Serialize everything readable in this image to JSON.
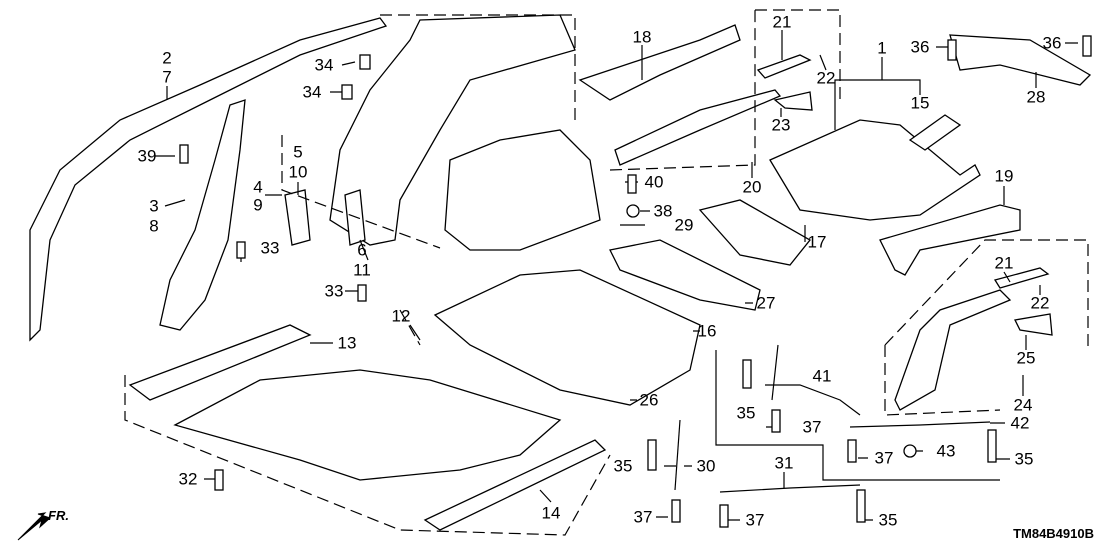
{
  "diagram_code": "TM84B4910B",
  "direction_marker": "FR.",
  "callouts": {
    "c2": "2",
    "c7": "7",
    "c39": "39",
    "c3": "3",
    "c8": "8",
    "c34a": "34",
    "c34b": "34",
    "c5": "5",
    "c10": "10",
    "c4": "4",
    "c9": "9",
    "c6": "6",
    "c11": "11",
    "c33a": "33",
    "c33b": "33",
    "c12": "12",
    "c13": "13",
    "c32": "32",
    "c14": "14",
    "c18": "18",
    "c21a": "21",
    "c22a": "22",
    "c23": "23",
    "c20": "20",
    "c1": "1",
    "c15": "15",
    "c36a": "36",
    "c36b": "36",
    "c28": "28",
    "c40": "40",
    "c38": "38",
    "c29": "29",
    "c19": "19",
    "c17": "17",
    "c27": "27",
    "c16": "16",
    "c26": "26",
    "c21b": "21",
    "c22b": "22",
    "c25": "25",
    "c24": "24",
    "c35a": "35",
    "c41": "41",
    "c37a": "37",
    "c42": "42",
    "c43": "43",
    "c37b": "37",
    "c35b": "35",
    "c35c": "35",
    "c30": "30",
    "c31": "31",
    "c37c": "37",
    "c37d": "37",
    "c35d": "35"
  }
}
